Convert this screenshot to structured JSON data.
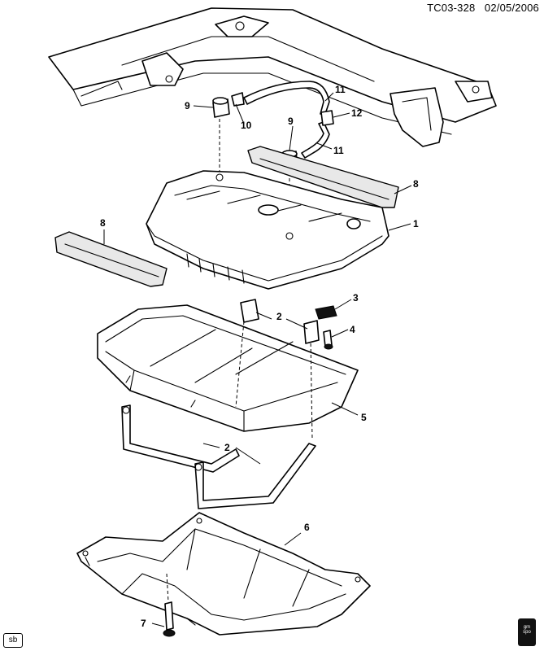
{
  "header": {
    "code": "TC03-328",
    "date": "02/05/2006"
  },
  "footer": {
    "tag": "sb"
  },
  "logo": {
    "line1": "gm",
    "line2": "spo"
  },
  "callouts": {
    "c1": "1",
    "c2a": "2",
    "c2b": "2",
    "c3": "3",
    "c4": "4",
    "c5": "5",
    "c6": "6",
    "c7": "7",
    "c8a": "8",
    "c8b": "8",
    "c9a": "9",
    "c9b": "9",
    "c10": "10",
    "c11a": "11",
    "c11b": "11",
    "c12": "12"
  }
}
